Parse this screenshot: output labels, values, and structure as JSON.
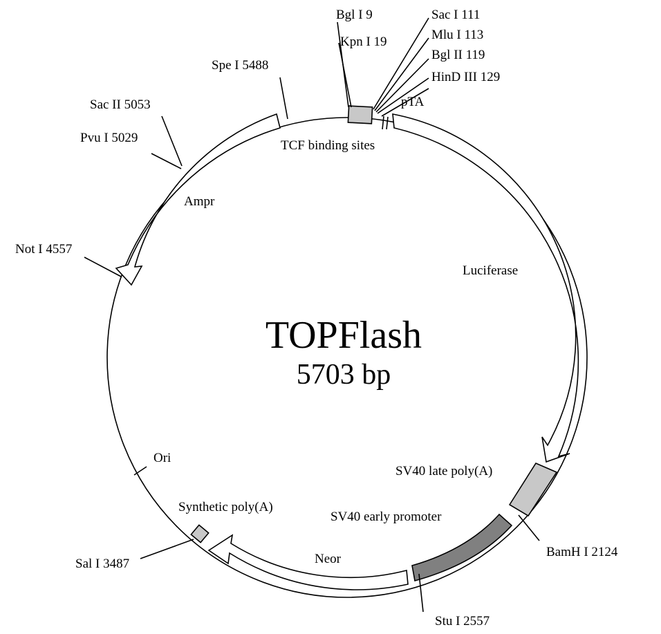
{
  "title": "TOPFlash",
  "size": "5703 bp",
  "colors": {
    "light_box": "#c8c8c8",
    "dark_box": "#808080",
    "line": "#000000",
    "background": "#ffffff"
  },
  "sites": {
    "bgl1": "Bgl I 9",
    "kpn1": "Kpn I 19",
    "sac1": "Sac I 111",
    "mlu1": "Mlu I 113",
    "bgl2": "Bgl II 119",
    "hind3": "HinD III 129",
    "spe1": "Spe I 5488",
    "sac2": "Sac II 5053",
    "pvu1": "Pvu I 5029",
    "not1": "Not I 4557",
    "bamh1": "BamH I 2124",
    "stu1": "Stu I 2557",
    "sal1": "Sal I 3487"
  },
  "features": {
    "pta": "pTA",
    "tcf": "TCF binding sites",
    "ampr": "Ampr",
    "luciferase": "Luciferase",
    "sv40_late": "SV40 late poly(A)",
    "sv40_early": "SV40 early promoter",
    "neor": "Neor",
    "ori": "Ori",
    "synthetic_polya": "Synthetic poly(A)"
  }
}
